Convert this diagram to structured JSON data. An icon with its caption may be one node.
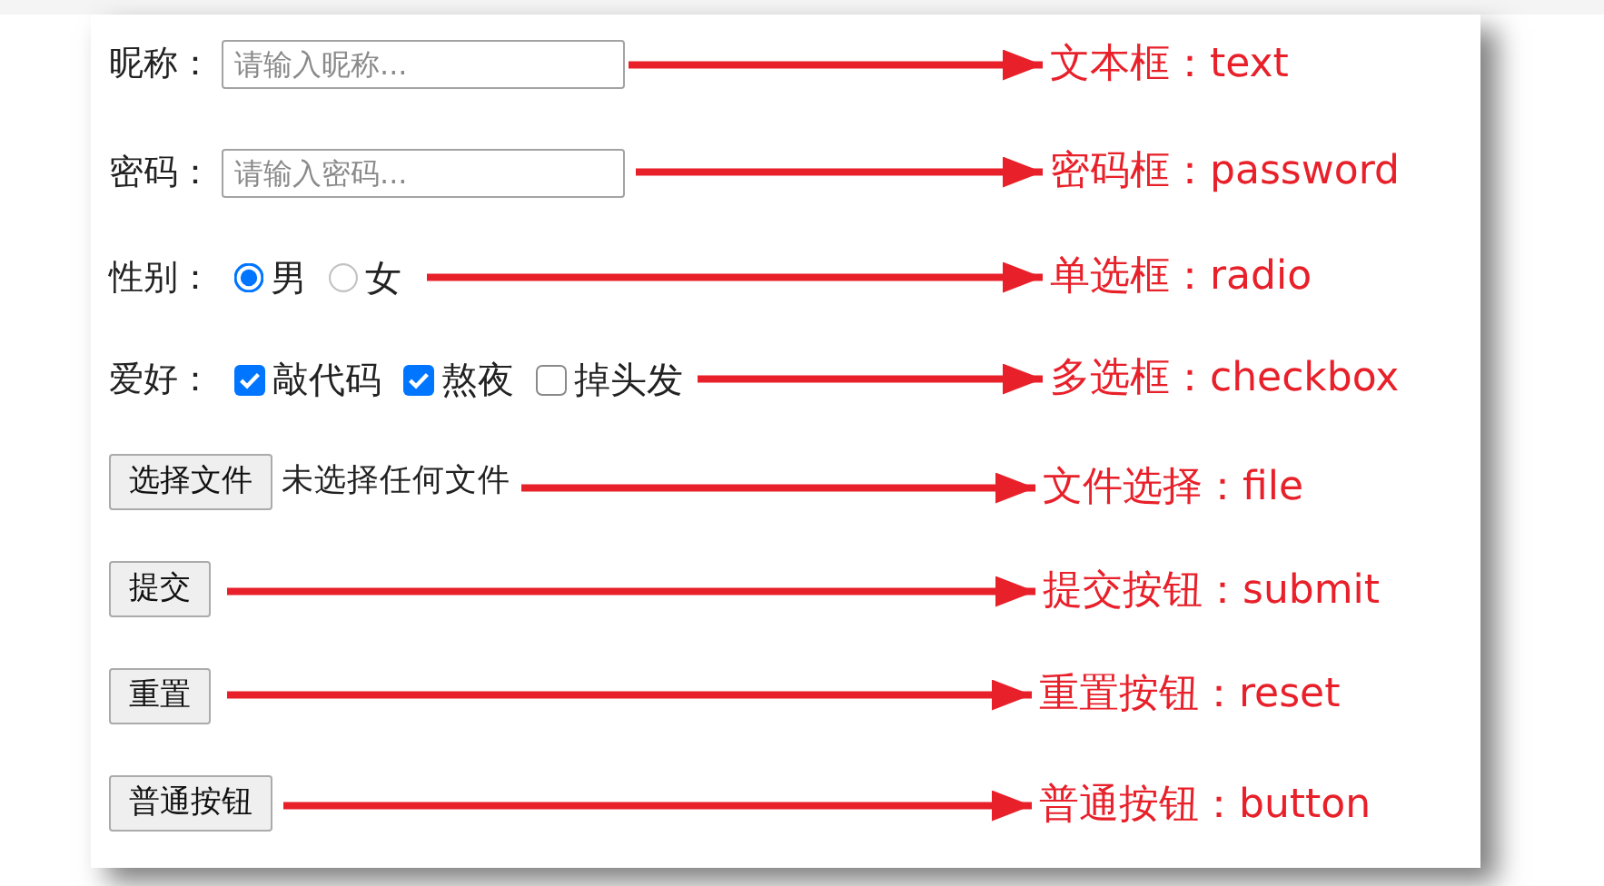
{
  "diagram": {
    "nodes": [
      {
        "text": [
          "昵称：",
          "请输入昵称..."
        ]
      },
      {
        "text": [
          "文本框：text"
        ]
      },
      {
        "text": [
          "密码：",
          "请输入密码..."
        ]
      },
      {
        "text": [
          "密码框：password"
        ]
      },
      {
        "text": [
          "性别：",
          "男",
          "女"
        ]
      },
      {
        "text": [
          "单选框：radio"
        ]
      },
      {
        "text": [
          "爱好：",
          "敲代码",
          "熬夜",
          "掉头发"
        ]
      },
      {
        "text": [
          "多选框：checkbox"
        ]
      },
      {
        "text": [
          "选择文件",
          "未选择任何文件"
        ]
      },
      {
        "text": [
          "文件选择：file"
        ]
      },
      {
        "text": [
          "提交"
        ]
      },
      {
        "text": [
          "提交按钮：submit"
        ]
      },
      {
        "text": [
          "重置"
        ]
      },
      {
        "text": [
          "重置按钮：reset"
        ]
      },
      {
        "text": [
          "普通按钮"
        ]
      },
      {
        "text": [
          "普通按钮：button"
        ]
      }
    ],
    "edges": [
      {
        "from": 0,
        "to": 1,
        "arrow": "to"
      },
      {
        "from": 2,
        "to": 3,
        "arrow": "to"
      },
      {
        "from": 4,
        "to": 5,
        "arrow": "to"
      },
      {
        "from": 6,
        "to": 7,
        "arrow": "to"
      },
      {
        "from": 8,
        "to": 9,
        "arrow": "to"
      },
      {
        "from": 10,
        "to": 11,
        "arrow": "to"
      },
      {
        "from": 12,
        "to": 13,
        "arrow": "to"
      },
      {
        "from": 14,
        "to": 15,
        "arrow": "to"
      }
    ]
  }
}
